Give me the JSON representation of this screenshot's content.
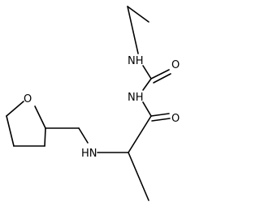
{
  "molecule": {
    "atoms": {
      "nh_ethyl": "NH",
      "o_carbonyl_urea": "O",
      "nh_imide": "NH",
      "o_carbonyl_amide": "O",
      "nh_amine": "HN",
      "o_ring": "O"
    }
  }
}
